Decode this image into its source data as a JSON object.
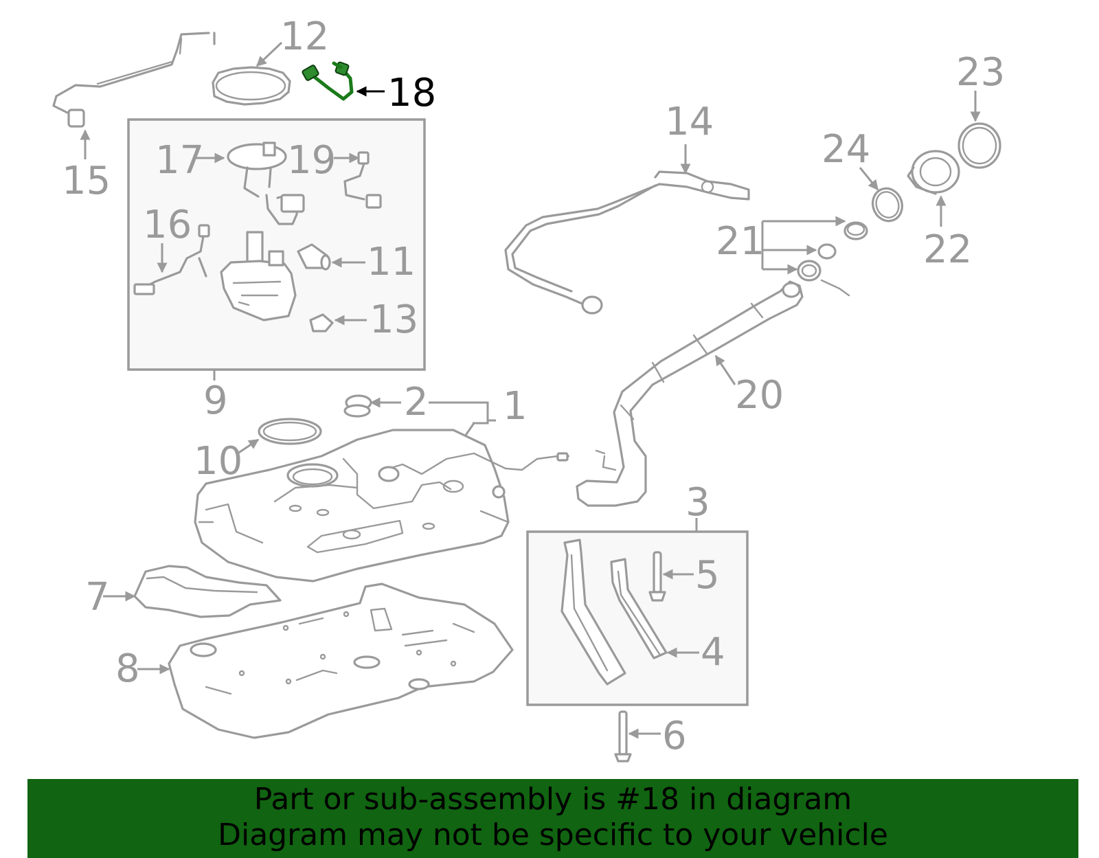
{
  "colors": {
    "line": "#9a9a9a",
    "highlight_part": "#2e8b2e",
    "banner_background": "#116411",
    "banner_text": "#000000",
    "box_fill": "#f8f8f8"
  },
  "callouts": {
    "c1": "1",
    "c2": "2",
    "c3": "3",
    "c4": "4",
    "c5": "5",
    "c6": "6",
    "c7": "7",
    "c8": "8",
    "c9": "9",
    "c10": "10",
    "c11": "11",
    "c12": "12",
    "c13": "13",
    "c14": "14",
    "c15": "15",
    "c16": "16",
    "c17": "17",
    "c18": "18",
    "c19": "19",
    "c20": "20",
    "c21": "21",
    "c22": "22",
    "c23": "23",
    "c24": "24"
  },
  "highlighted_callout": "18",
  "banner": {
    "line1": "Part or sub-assembly is #18 in diagram",
    "line2": "Diagram may not be specific to your vehicle"
  }
}
